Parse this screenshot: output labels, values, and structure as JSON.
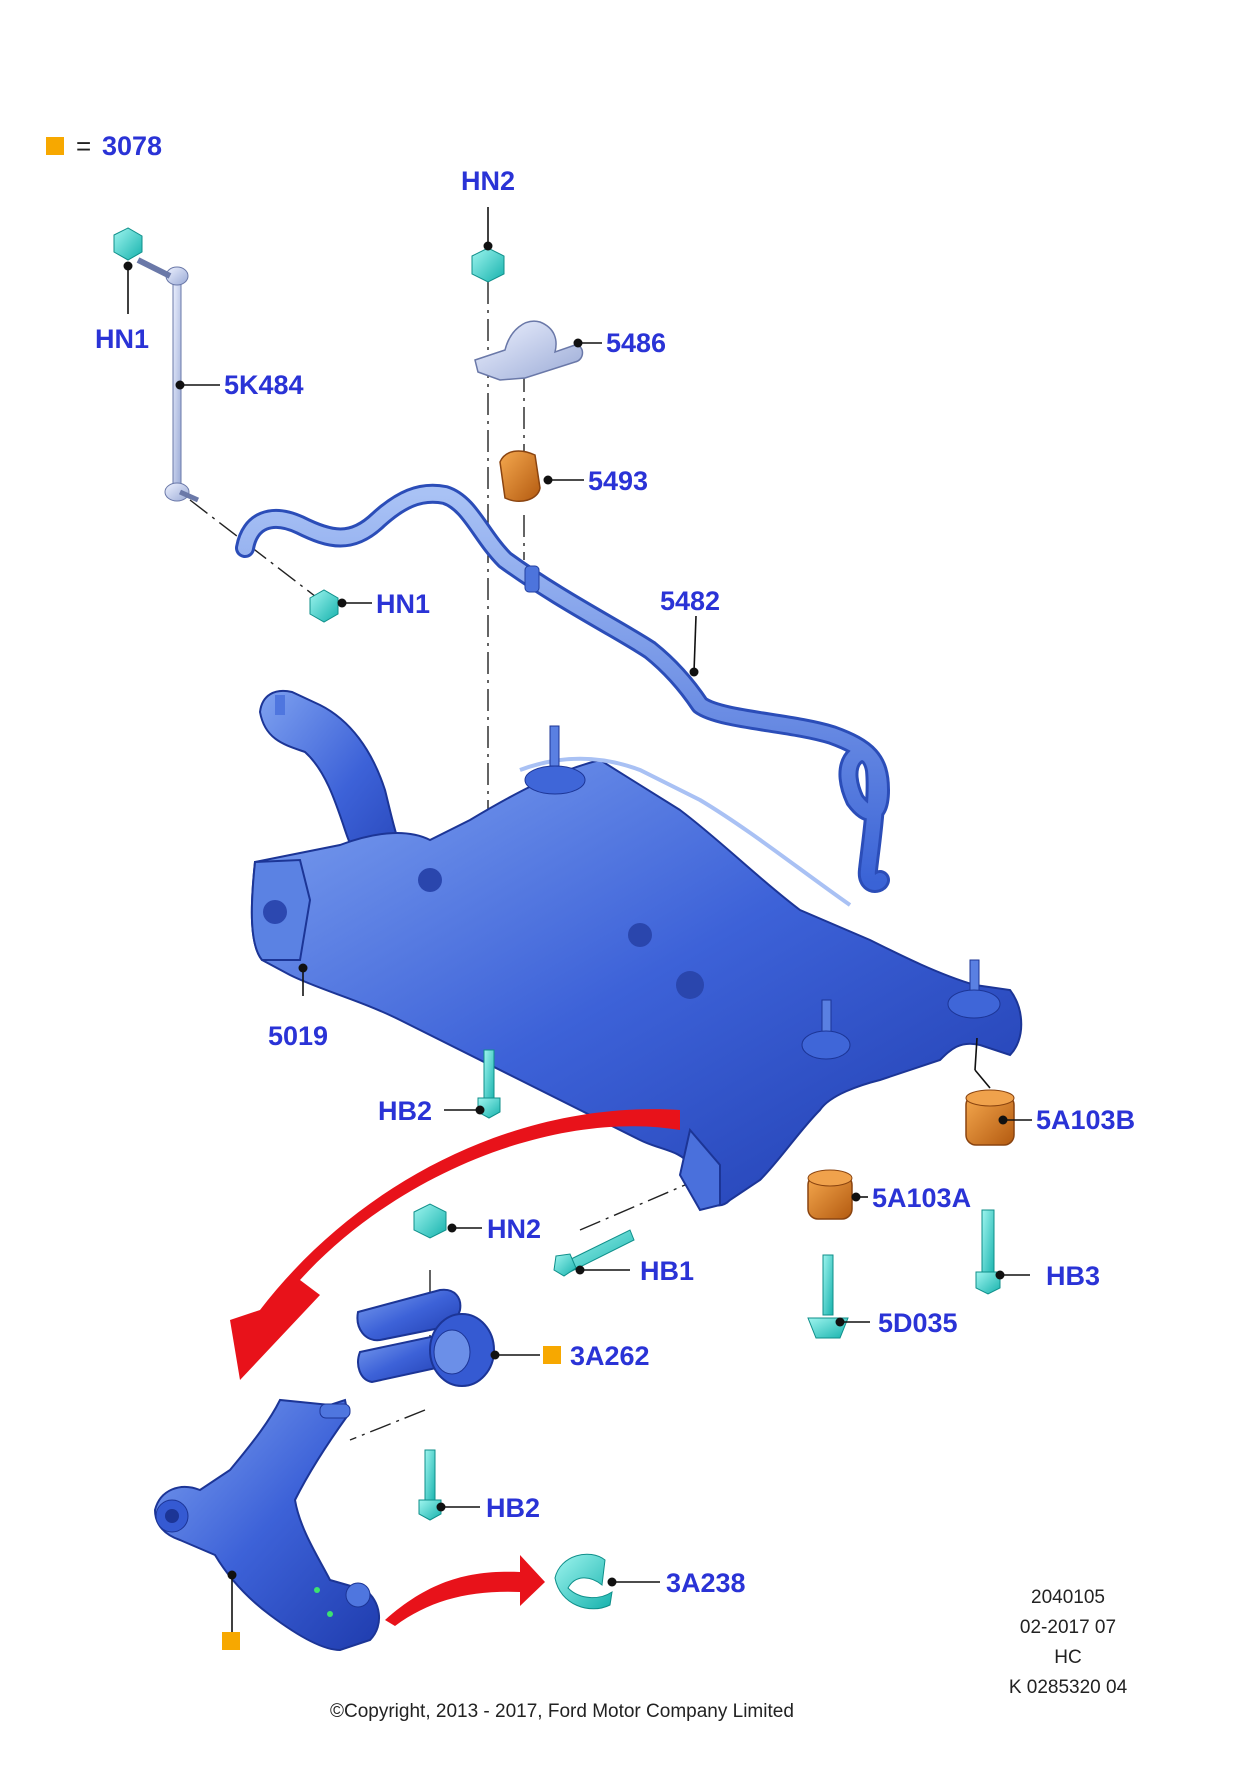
{
  "legend": {
    "value": "3078",
    "equals": "="
  },
  "callouts": {
    "hn2_top": "HN2",
    "hn1_top": "HN1",
    "p5486": "5486",
    "p5k484": "5K484",
    "p5493": "5493",
    "hn1_mid": "HN1",
    "p5482": "5482",
    "p5019": "5019",
    "hb2_mid": "HB2",
    "p5a103b": "5A103B",
    "p5a103a": "5A103A",
    "hn2_low": "HN2",
    "hb1": "HB1",
    "hb3": "HB3",
    "p5d035": "5D035",
    "p3a262": "3A262",
    "hb2_low": "HB2",
    "p3a238": "3A238"
  },
  "info_block": {
    "line1": "2040105",
    "line2": "02-2017 07",
    "line3": "HC",
    "line4": "K 0285320 04"
  },
  "copyright": "©Copyright, 2013 - 2017, Ford Motor Company Limited",
  "colors": {
    "label_blue": "#2a33d6",
    "part_blue": "#3b67d9",
    "fastener_cyan": "#34d8d0",
    "bushing_orange": "#d9791c",
    "legend_orange": "#f7a800",
    "arrow_red": "#e8121a"
  }
}
